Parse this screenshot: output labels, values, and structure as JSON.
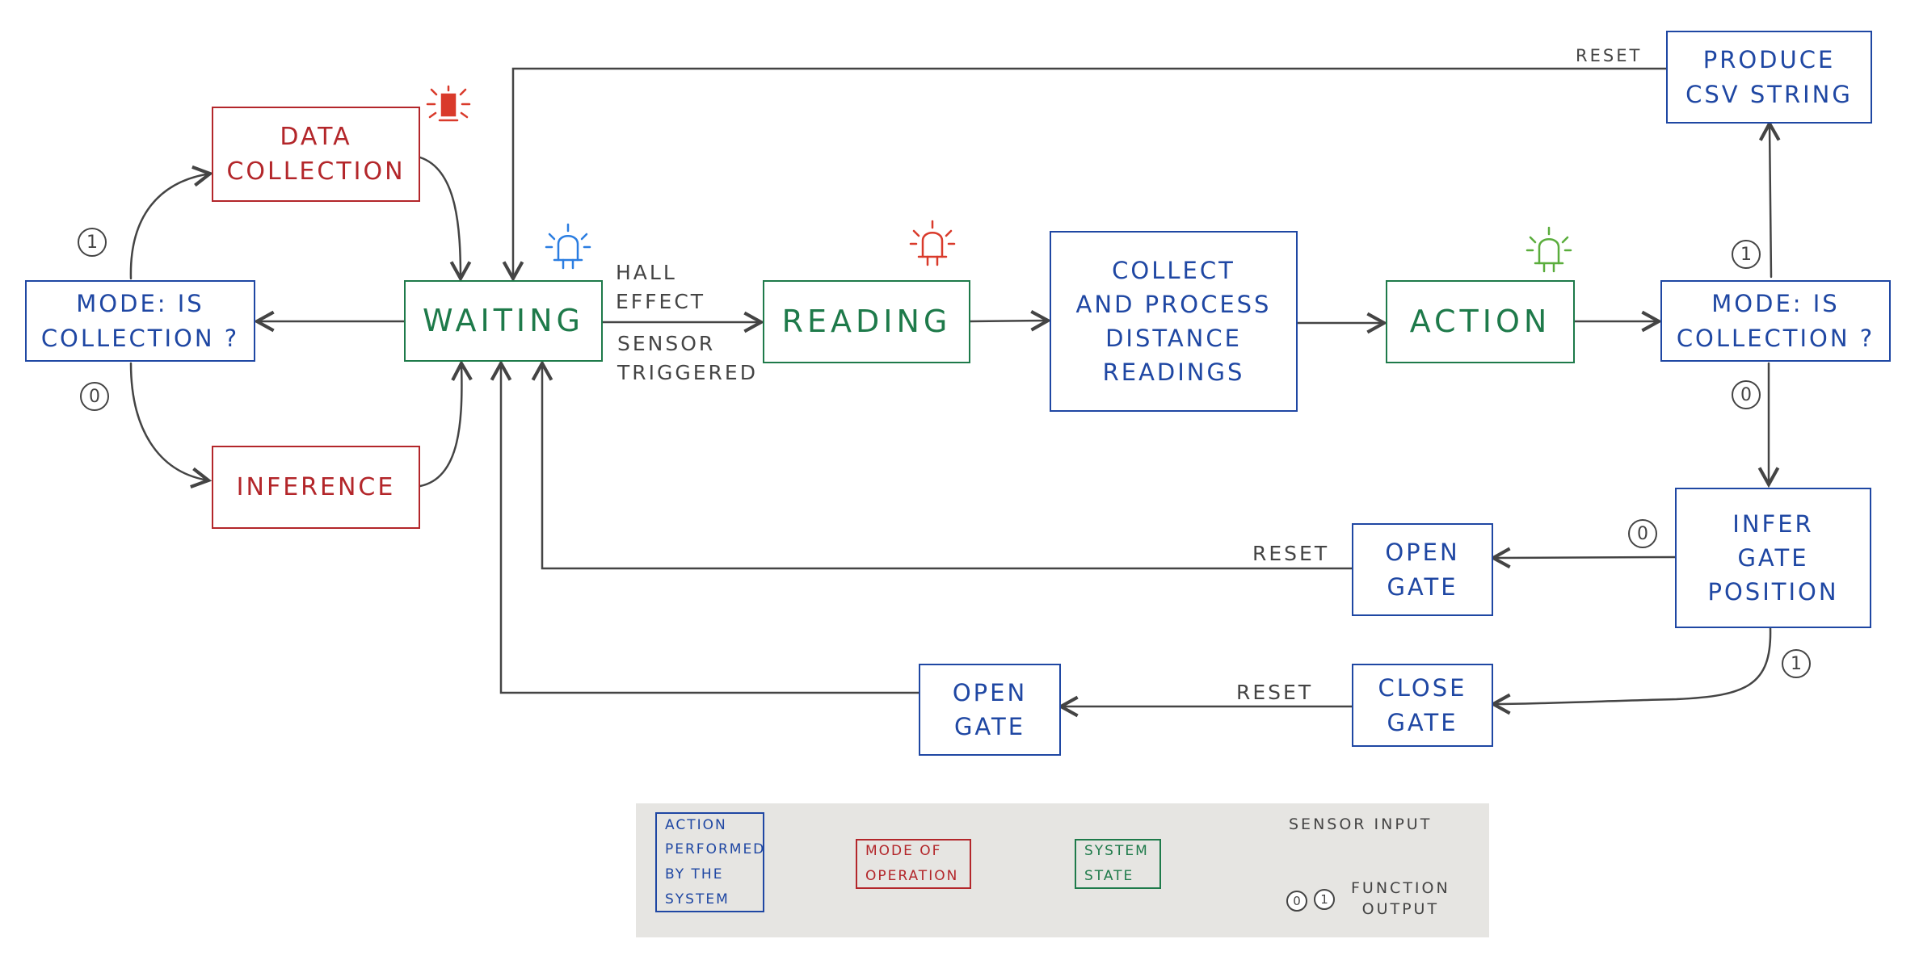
{
  "nodes": {
    "waiting": "WAITING",
    "reading": "READING",
    "collect_process": "COLLECT\nAND PROCESS\nDISTANCE\nREADINGS",
    "action": "ACTION",
    "mode_left": "MODE: IS\nCOLLECTION ?",
    "mode_right": "MODE: IS\nCOLLECTION ?",
    "data_collection": "DATA\nCOLLECTION",
    "inference": "INFERENCE",
    "produce_csv": "PRODUCE\nCSV STRING",
    "infer_gate": "INFER\nGATE\nPOSITION",
    "open_gate_1": "OPEN\nGATE",
    "close_gate": "CLOSE\nGATE",
    "open_gate_2": "OPEN\nGATE"
  },
  "edge_labels": {
    "hall_effect": "HALL\nEFFECT",
    "sensor_triggered": "SENSOR\nTRIGGERED",
    "reset_top": "RESET",
    "reset_open_gate": "RESET",
    "reset_close_gate": "RESET"
  },
  "badges": {
    "left_one": "1",
    "left_zero": "0",
    "right_one": "1",
    "right_zero": "0",
    "infer_zero": "0",
    "infer_one": "1"
  },
  "legend": {
    "action": "ACTION\nPERFORMED\nBY THE\nSYSTEM",
    "mode": "MODE OF\nOPERATION",
    "state": "SYSTEM\nSTATE",
    "sensor_input": "SENSOR INPUT",
    "zero": "0",
    "one": "1",
    "function_output": "FUNCTION\nOUTPUT"
  },
  "colors": {
    "action": "#1f47a3",
    "mode": "#b3262a",
    "state": "#1e7a4a",
    "arrow": "#444444",
    "led_blue": "#2a7de1",
    "led_red": "#d93a2b",
    "led_green": "#5aad3c"
  },
  "icons": {
    "led_waiting": "led-blue-icon",
    "led_reading": "led-red-icon",
    "led_action": "led-green-icon",
    "led_collection": "led-red-blinking-icon"
  }
}
